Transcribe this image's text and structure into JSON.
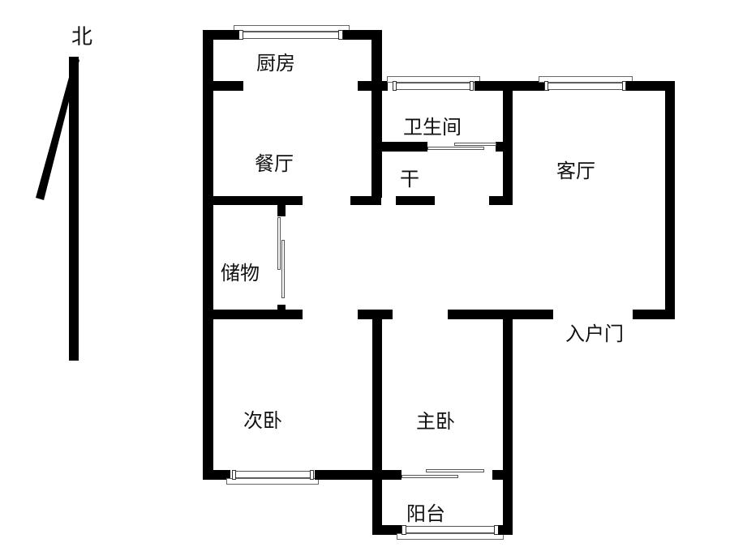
{
  "compass": {
    "label": "北",
    "icon": "north-arrow-icon"
  },
  "rooms": {
    "kitchen": "厨房",
    "dining": "餐厅",
    "bathroom": "卫生间",
    "dry_area": "干",
    "living": "客厅",
    "storage": "储物",
    "second_bedroom": "次卧",
    "master_bedroom": "主卧",
    "balcony": "阳台",
    "entrance": "入户门"
  },
  "colors": {
    "wall": "#000000",
    "background": "#ffffff"
  }
}
